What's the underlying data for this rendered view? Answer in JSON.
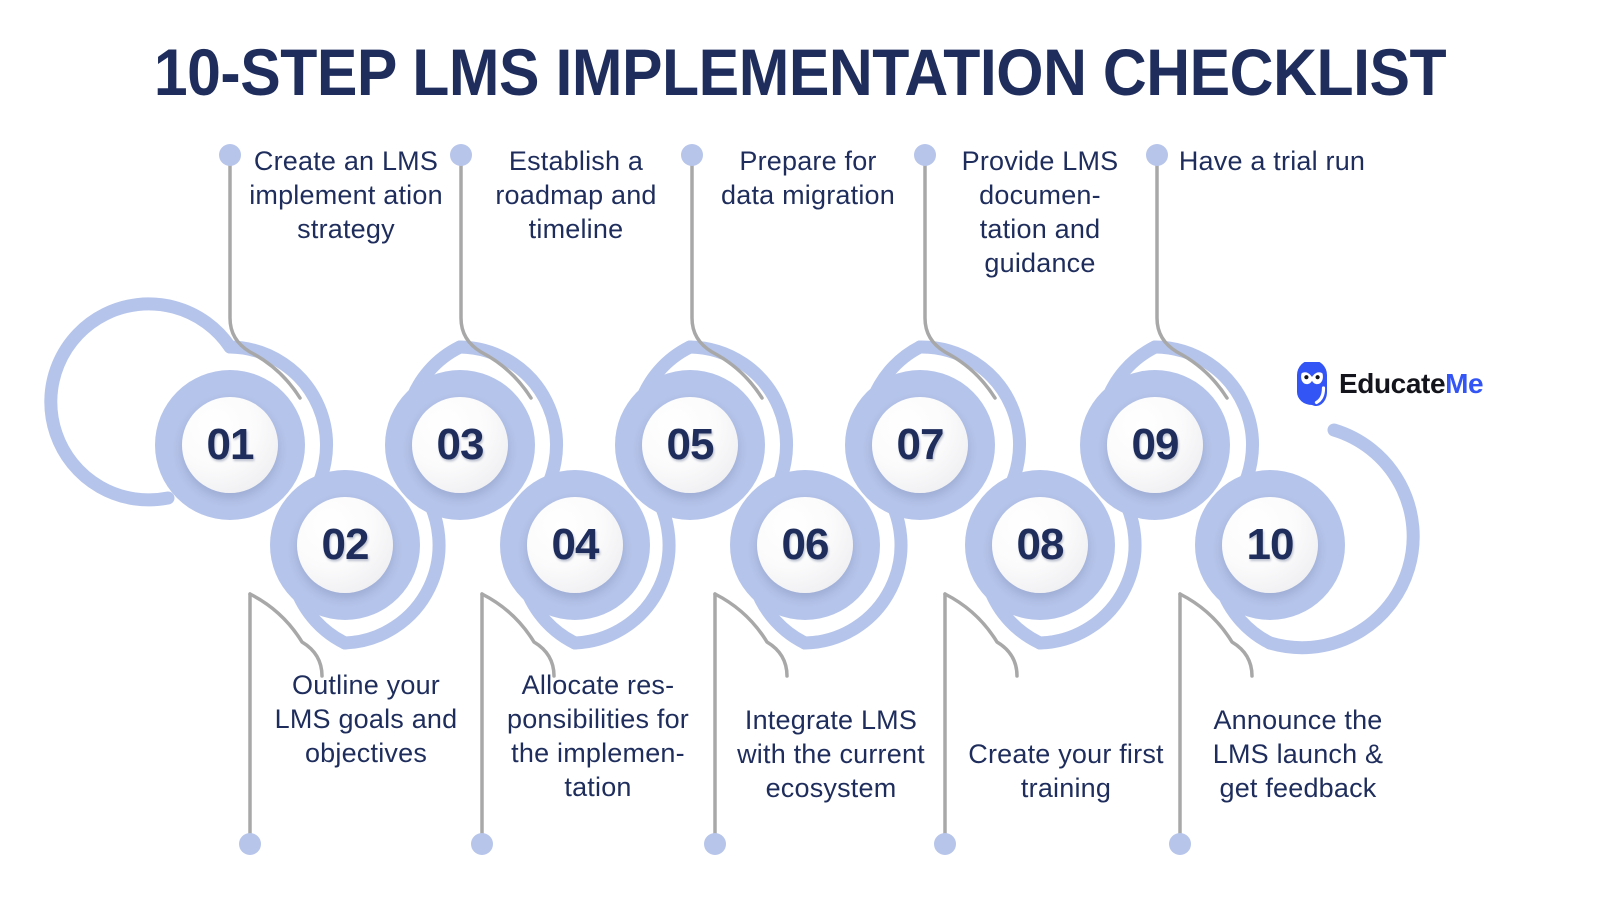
{
  "page": {
    "title": "10-STEP LMS IMPLEMENTATION CHECKLIST",
    "background_color": "#ffffff",
    "accent_color": "#b5c4ea",
    "text_color": "#1e2d5c",
    "connector_color": "#a8a8a8"
  },
  "brand": {
    "name_part_1": "Educate",
    "name_part_2": "Me",
    "icon": "owl-icon",
    "color_dark": "#14141c",
    "color_blue": "#3355f5"
  },
  "steps": [
    {
      "number": "01",
      "label": "Create an LMS implement ation strategy",
      "position": "top"
    },
    {
      "number": "02",
      "label": "Outline your LMS goals and objectives",
      "position": "bottom"
    },
    {
      "number": "03",
      "label": "Establish a roadmap and timeline",
      "position": "top"
    },
    {
      "number": "04",
      "label": "Allocate res- ponsibilities for the implemen- tation",
      "position": "bottom"
    },
    {
      "number": "05",
      "label": "Prepare for data migration",
      "position": "top"
    },
    {
      "number": "06",
      "label": "Integrate LMS with the current ecosystem",
      "position": "bottom"
    },
    {
      "number": "07",
      "label": "Provide LMS documen- tation and guidance",
      "position": "top"
    },
    {
      "number": "08",
      "label": "Create your first training",
      "position": "bottom"
    },
    {
      "number": "09",
      "label": "Have a trial run",
      "position": "top"
    },
    {
      "number": "10",
      "label": "Announce the LMS launch & get feedback",
      "position": "bottom"
    }
  ]
}
